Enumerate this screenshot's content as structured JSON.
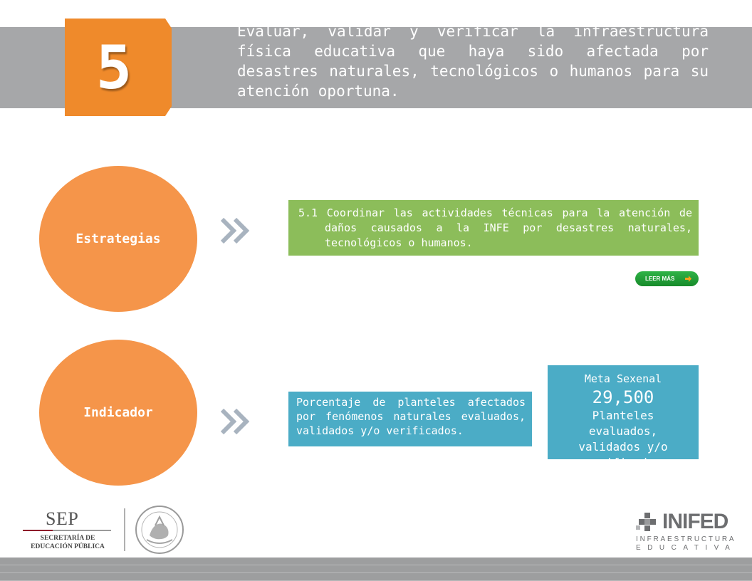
{
  "objective": {
    "number": "5",
    "title": "Evaluar, validar y verificar la infraestructura física educativa que haya sido afectada por desastres naturales, tecnológicos o humanos para su atención oportuna."
  },
  "strategies": {
    "label": "Estrategias",
    "text": "5.1 Coordinar las actividades técnicas para la atención de daños causados a la INFE por desastres naturales, tecnológicos o humanos.",
    "read_more": "LEER MÁS"
  },
  "indicator": {
    "label": "Indicador",
    "text": "Porcentaje de planteles afectados por fenómenos naturales evaluados, validados y/o verificados.",
    "goal_label": "Meta Sexenal",
    "goal_value": "29,500",
    "goal_desc": "Planteles evaluados, validados y/o verificados"
  },
  "footer": {
    "sep_name": "SEP",
    "sep_sub": "SECRETARÍA DE EDUCACIÓN PÚBLICA",
    "inifed_name": "INIFED",
    "inifed_sub1": "INFRAESTRUCTURA",
    "inifed_sub2": "EDUCATIVA"
  },
  "colors": {
    "orange": "#ef8a2b",
    "circle": "#f5954a",
    "green": "#8cbd5a",
    "blue": "#4bacc6",
    "band": "#a6a7a9"
  }
}
